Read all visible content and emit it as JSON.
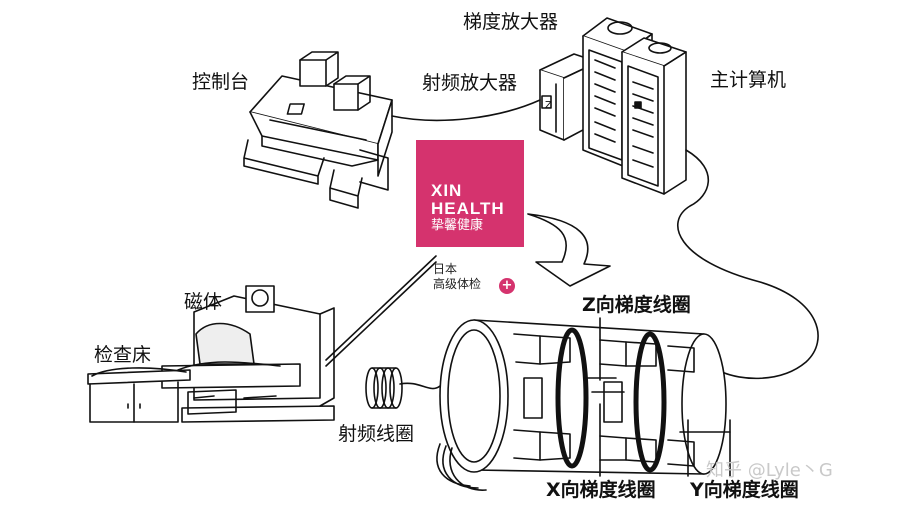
{
  "labels": {
    "gradient_amplifier": "梯度放大器",
    "rf_amplifier": "射频放大器",
    "console": "控制台",
    "host_computer": "主计算机",
    "magnet": "磁体",
    "exam_bed": "检查床",
    "rf_coil": "射频线圈",
    "z_gradient_coil": "Z向梯度线圈",
    "x_gradient_coil": "X向梯度线圈",
    "y_gradient_coil": "Y向梯度线圈"
  },
  "cabinet_marks": {
    "z": "Z"
  },
  "logo": {
    "line1": "XIN",
    "line2": "HEALTH",
    "line3": "挚馨健康"
  },
  "badge": {
    "line1": "日本",
    "line2": "高级体检",
    "plus": "+"
  },
  "watermark": "知乎 @Lyle丶G"
}
